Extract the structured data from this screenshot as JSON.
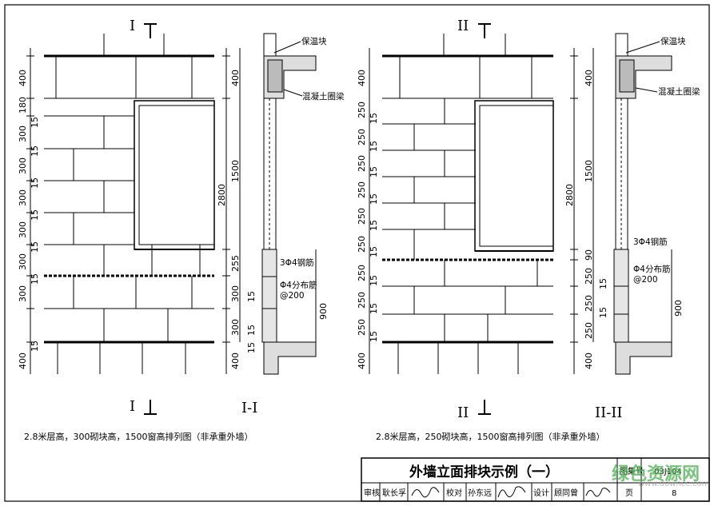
{
  "drawing_title": "外墙立面排块示例（一）",
  "titleblock": {
    "atlas_no_label": "图集号",
    "atlas_no": "03J104",
    "page_label": "页",
    "page_no": "8",
    "review_label": "审核",
    "review_name": "耿长孚",
    "check_label": "校对",
    "check_name": "孙东远",
    "design_label": "设计",
    "design_name": "顾同曾"
  },
  "left": {
    "section_top": "I",
    "section_bottom": "I",
    "section_label": "I-I",
    "caption": "2.8米层高，300砌块高，1500窗高排列图（非承重外墙）",
    "dims_left": [
      "400",
      "180",
      "15",
      "300",
      "15",
      "300",
      "15",
      "300",
      "15",
      "300",
      "15",
      "300",
      "15",
      "300",
      "15",
      "400"
    ],
    "dims_right": [
      "400",
      "1500",
      "2800",
      "255",
      "300",
      "15",
      "300",
      "15",
      "900",
      "15",
      "400"
    ],
    "labels": {
      "insulation": "保温块",
      "ring_beam": "混凝土圈梁",
      "rebar": "3Φ4钢筋",
      "dist_rebar": "Φ4分布筋",
      "spacing": "@200"
    }
  },
  "right": {
    "section_top": "II",
    "section_bottom": "II",
    "section_label": "II-II",
    "caption": "2.8米层高，250砌块高，1500窗高排列图（非承重外墙）",
    "dims_left": [
      "400",
      "250",
      "15",
      "250",
      "15",
      "250",
      "15",
      "250",
      "15",
      "250",
      "15",
      "250",
      "15",
      "250",
      "15",
      "250",
      "15",
      "250",
      "15",
      "400"
    ],
    "dims_right": [
      "400",
      "1500",
      "2800",
      "90",
      "250",
      "15",
      "250",
      "15",
      "250",
      "900",
      "400"
    ],
    "labels": {
      "insulation": "保温块",
      "ring_beam": "混凝土圈梁",
      "rebar": "3Φ4钢筋",
      "dist_rebar": "Φ4分布筋",
      "spacing": "@200"
    }
  },
  "watermark": {
    "text": "绿色资源网",
    "url": "www.downcc.com"
  }
}
